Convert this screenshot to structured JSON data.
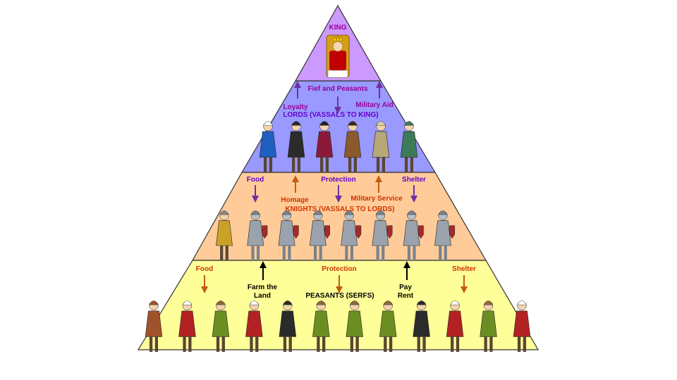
{
  "tiers": {
    "king": {
      "title": "KING",
      "fill": "#cc99ff",
      "figures": [
        "king"
      ]
    },
    "lords": {
      "title": "LORDS (VASSALS TO KING)",
      "fill": "#9999ff",
      "figures": [
        "lady",
        "monk",
        "noble",
        "lord",
        "bishop",
        "huntsman"
      ]
    },
    "knights": {
      "title": "KNIGHTS (VASSALS TO LORDS)",
      "fill": "#ffcc99",
      "figures": [
        "squire",
        "knight",
        "knight",
        "knight",
        "knight",
        "knight",
        "knight",
        "knight"
      ]
    },
    "peasants": {
      "title": "PEASANTS (SERFS)",
      "fill": "#ffff99",
      "figures": [
        "farmer",
        "woman",
        "peasant",
        "woman",
        "monk",
        "peasant",
        "peasant",
        "peasant",
        "monk",
        "woman",
        "peasant",
        "woman"
      ]
    }
  },
  "labels": {
    "fief_and_peasants": "Fief and Peasants",
    "loyalty": "Loyalty",
    "military_aid": "Military Aid",
    "food_top": "Food",
    "protection_top": "Protection",
    "shelter_top": "Shelter",
    "homage": "Homage",
    "military_service": "Military Service",
    "food_bottom": "Food",
    "protection_bottom": "Protection",
    "shelter_bottom": "Shelter",
    "farm_the_land": "Farm the Land",
    "pay_rent": "Pay Rent"
  },
  "colors": {
    "outline": "#333333",
    "purple_text": "#990099",
    "lords_text": "#6600cc",
    "knights_text": "#cc3300",
    "peasant_text": "#000000",
    "arrow_purple": "#7030a0",
    "arrow_brown": "#c55a11",
    "arrow_black": "#000000"
  }
}
